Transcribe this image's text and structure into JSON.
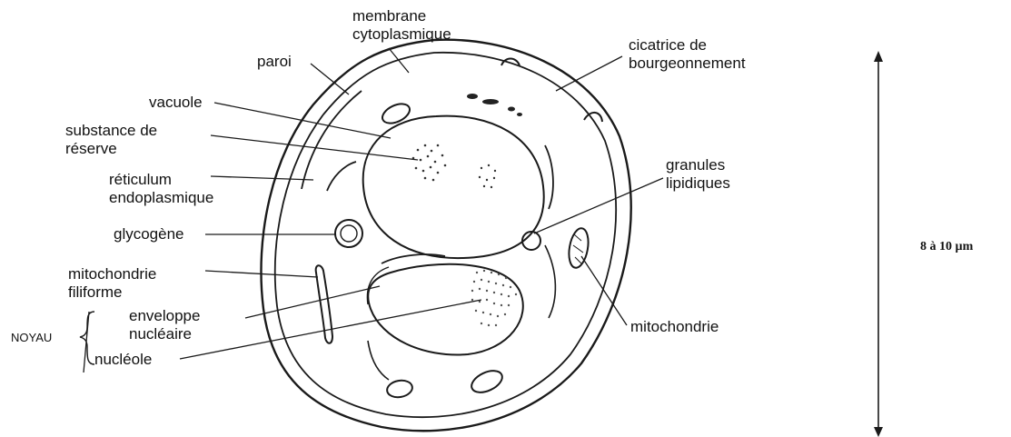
{
  "labels": {
    "membrane": "membrane\ncytoplasmique",
    "paroi": "paroi",
    "cicatrice": "cicatrice de\nbourgeonnement",
    "vacuole": "vacuole",
    "substance": "substance de\nréserve",
    "reticulum": "réticulum\nendoplasmique",
    "granules": "granules\nlipidiques",
    "glycogene": "glycogène",
    "mito_fili": "mitochondrie\nfiliforme",
    "noyau": "NOYAU",
    "enveloppe": "enveloppe\nnucléaire",
    "nucleole": "nucléole",
    "mitochondrie": "mitochondrie",
    "scale": "8 à 10 µm"
  }
}
